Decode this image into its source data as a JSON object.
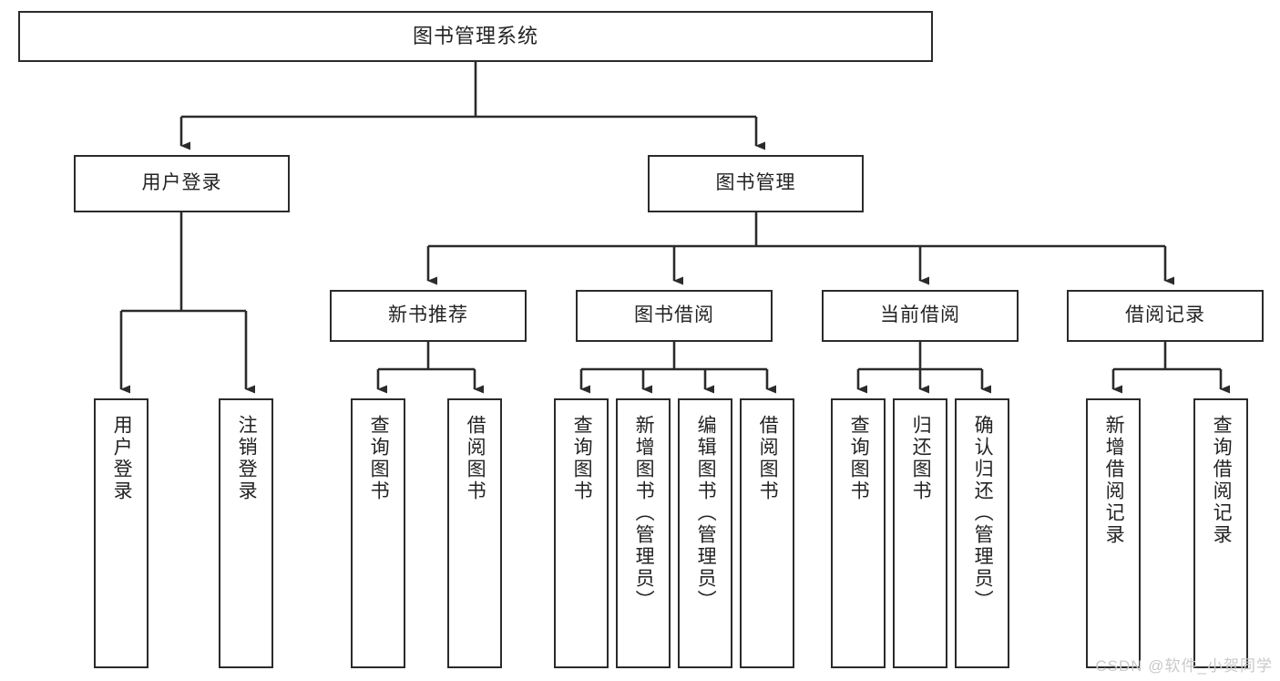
{
  "diagram": {
    "title": "图书管理系统",
    "type": "tree-hierarchy-chart",
    "watermark": "CSDN @软件_小贺同学",
    "colors": {
      "border": "#2b2b2b",
      "text": "#232323",
      "background": "#ffffff",
      "connector": "#2b2b2b",
      "watermark": "#c9c9c9"
    },
    "nodes": {
      "root": {
        "id": "root",
        "label": "图书管理系统",
        "level": 1,
        "orientation": "horizontal"
      },
      "level2": [
        {
          "id": "user-login",
          "label": "用户登录",
          "level": 2,
          "orientation": "horizontal"
        },
        {
          "id": "book-manage",
          "label": "图书管理",
          "level": 2,
          "orientation": "horizontal"
        }
      ],
      "level3": [
        {
          "id": "new-book-rec",
          "label": "新书推荐",
          "level": 3,
          "orientation": "horizontal",
          "parent": "book-manage"
        },
        {
          "id": "book-borrow",
          "label": "图书借阅",
          "level": 3,
          "orientation": "horizontal",
          "parent": "book-manage"
        },
        {
          "id": "current-borrow",
          "label": "当前借阅",
          "level": 3,
          "orientation": "horizontal",
          "parent": "book-manage"
        },
        {
          "id": "borrow-record",
          "label": "借阅记录",
          "level": 3,
          "orientation": "horizontal",
          "parent": "book-manage"
        }
      ],
      "leaves": [
        {
          "id": "leaf-user-login",
          "label": "用户登录",
          "parent": "user-login",
          "orientation": "vertical"
        },
        {
          "id": "leaf-user-logout",
          "label": "注销登录",
          "parent": "user-login",
          "orientation": "vertical"
        },
        {
          "id": "leaf-query-book-1",
          "label": "查询图书",
          "parent": "new-book-rec",
          "orientation": "vertical"
        },
        {
          "id": "leaf-borrow-book-1",
          "label": "借阅图书",
          "parent": "new-book-rec",
          "orientation": "vertical"
        },
        {
          "id": "leaf-query-book-2",
          "label": "查询图书",
          "parent": "book-borrow",
          "orientation": "vertical"
        },
        {
          "id": "leaf-add-book",
          "label": "新增图书（管理员）",
          "parent": "book-borrow",
          "orientation": "vertical"
        },
        {
          "id": "leaf-edit-book",
          "label": "编辑图书（管理员）",
          "parent": "book-borrow",
          "orientation": "vertical"
        },
        {
          "id": "leaf-borrow-book-2",
          "label": "借阅图书",
          "parent": "book-borrow",
          "orientation": "vertical"
        },
        {
          "id": "leaf-query-book-3",
          "label": "查询图书",
          "parent": "current-borrow",
          "orientation": "vertical"
        },
        {
          "id": "leaf-return-book",
          "label": "归还图书",
          "parent": "current-borrow",
          "orientation": "vertical"
        },
        {
          "id": "leaf-confirm-return",
          "label": "确认归还（管理员）",
          "parent": "current-borrow",
          "orientation": "vertical"
        },
        {
          "id": "leaf-add-record",
          "label": "新增借阅记录",
          "parent": "borrow-record",
          "orientation": "vertical"
        },
        {
          "id": "leaf-query-record",
          "label": "查询借阅记录",
          "parent": "borrow-record",
          "orientation": "vertical"
        }
      ]
    }
  }
}
